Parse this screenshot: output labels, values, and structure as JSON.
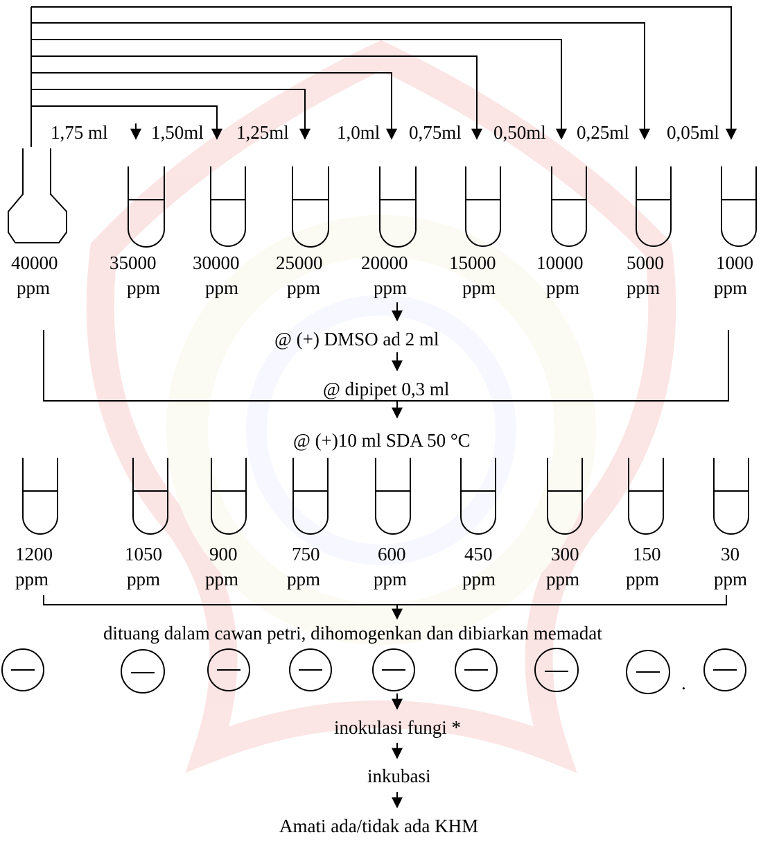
{
  "volumes": [
    "1,75 ml",
    "1,50ml",
    "1,25ml",
    "1,0ml",
    "0,75ml",
    "0,50ml",
    "0,25ml",
    "0,05ml"
  ],
  "stock_label": {
    "value": "40000",
    "unit": "ppm"
  },
  "top_tubes": [
    {
      "value": "35000",
      "unit": "ppm"
    },
    {
      "value": "30000",
      "unit": "ppm"
    },
    {
      "value": "25000",
      "unit": "ppm"
    },
    {
      "value": "20000",
      "unit": "ppm"
    },
    {
      "value": "15000",
      "unit": "ppm"
    },
    {
      "value": "10000",
      "unit": "ppm"
    },
    {
      "value": "5000",
      "unit": "ppm"
    },
    {
      "value": "1000",
      "unit": "ppm"
    }
  ],
  "steps": {
    "dmso": "@ (+) DMSO ad 2 ml",
    "pipet": "@ dipipet 0,3 ml",
    "sda": "@ (+)10 ml SDA 50 °C",
    "pour": "dituang dalam cawan petri, dihomogenkan dan dibiarkan memadat",
    "inoculate": "inokulasi fungi *",
    "incubate": "inkubasi",
    "observe": "Amati ada/tidak ada KHM"
  },
  "bottom_tubes": [
    {
      "value": "1200",
      "unit": "ppm"
    },
    {
      "value": "1050",
      "unit": "ppm"
    },
    {
      "value": "900",
      "unit": "ppm"
    },
    {
      "value": "750",
      "unit": "ppm"
    },
    {
      "value": "600",
      "unit": "ppm"
    },
    {
      "value": "450",
      "unit": "ppm"
    },
    {
      "value": "300",
      "unit": "ppm"
    },
    {
      "value": "150",
      "unit": "ppm"
    },
    {
      "value": "30",
      "unit": "ppm"
    }
  ],
  "stray_dot": "."
}
